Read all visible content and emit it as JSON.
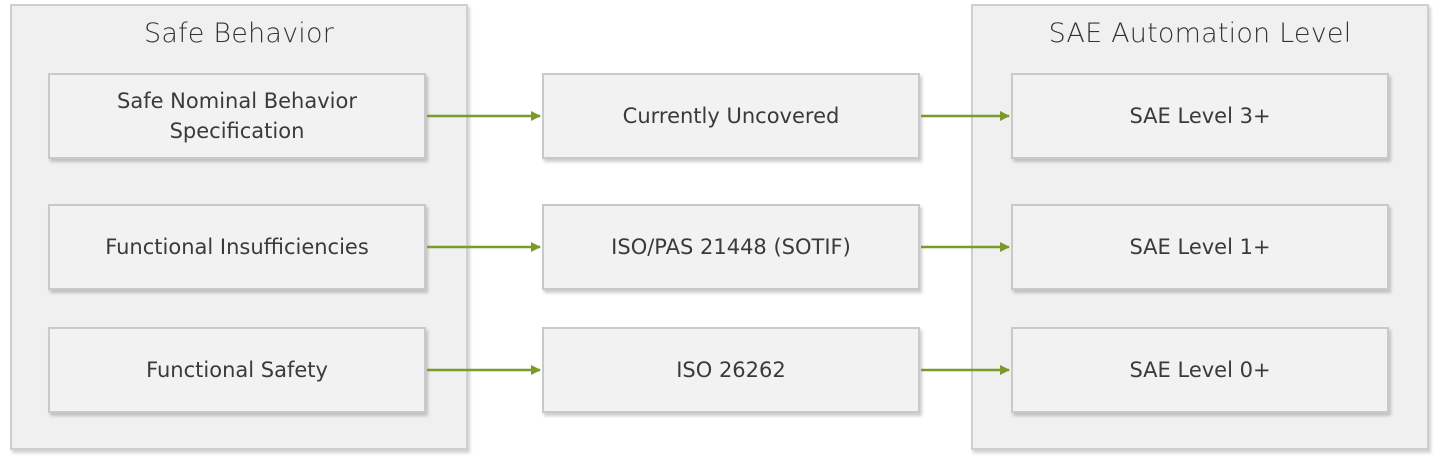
{
  "left_panel": {
    "title": "Safe Behavior",
    "items": [
      "Safe Nominal Behavior\nSpecification",
      "Functional Insufficiencies",
      "Functional Safety"
    ]
  },
  "middle_column": {
    "items": [
      "Currently Uncovered",
      "ISO/PAS 21448 (SOTIF)",
      "ISO 26262"
    ]
  },
  "right_panel": {
    "title": "SAE Automation Level",
    "items": [
      "SAE Level 3+",
      "SAE Level 1+",
      "SAE Level 0+"
    ]
  },
  "colors": {
    "arrow": "#7a9a2c",
    "box_fill": "#f2f2f2",
    "panel_fill": "#f0f0f0"
  }
}
